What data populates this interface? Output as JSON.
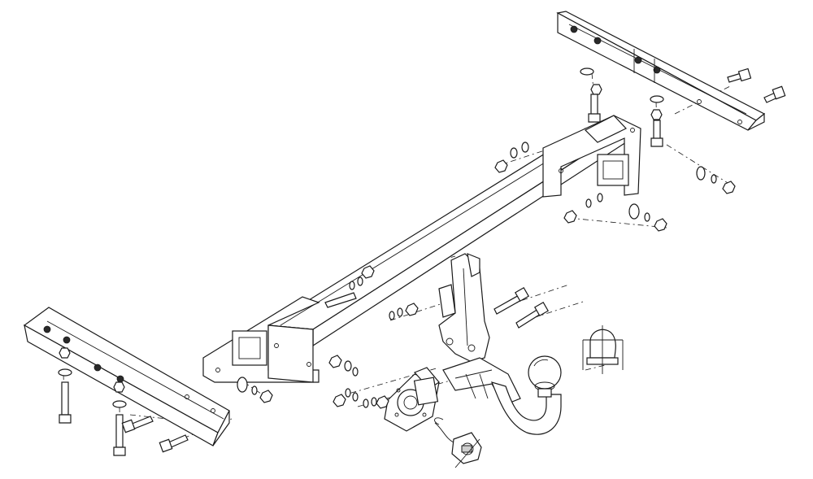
{
  "diagram": {
    "kind": "exploded-assembly",
    "parts": [
      "right-side-bracket",
      "left-side-bracket",
      "main-cross-beam",
      "tow-ball-neck",
      "tow-ball-cap",
      "socket-mounting-plate",
      "electrical-socket",
      "bolts",
      "washers",
      "nuts"
    ]
  }
}
